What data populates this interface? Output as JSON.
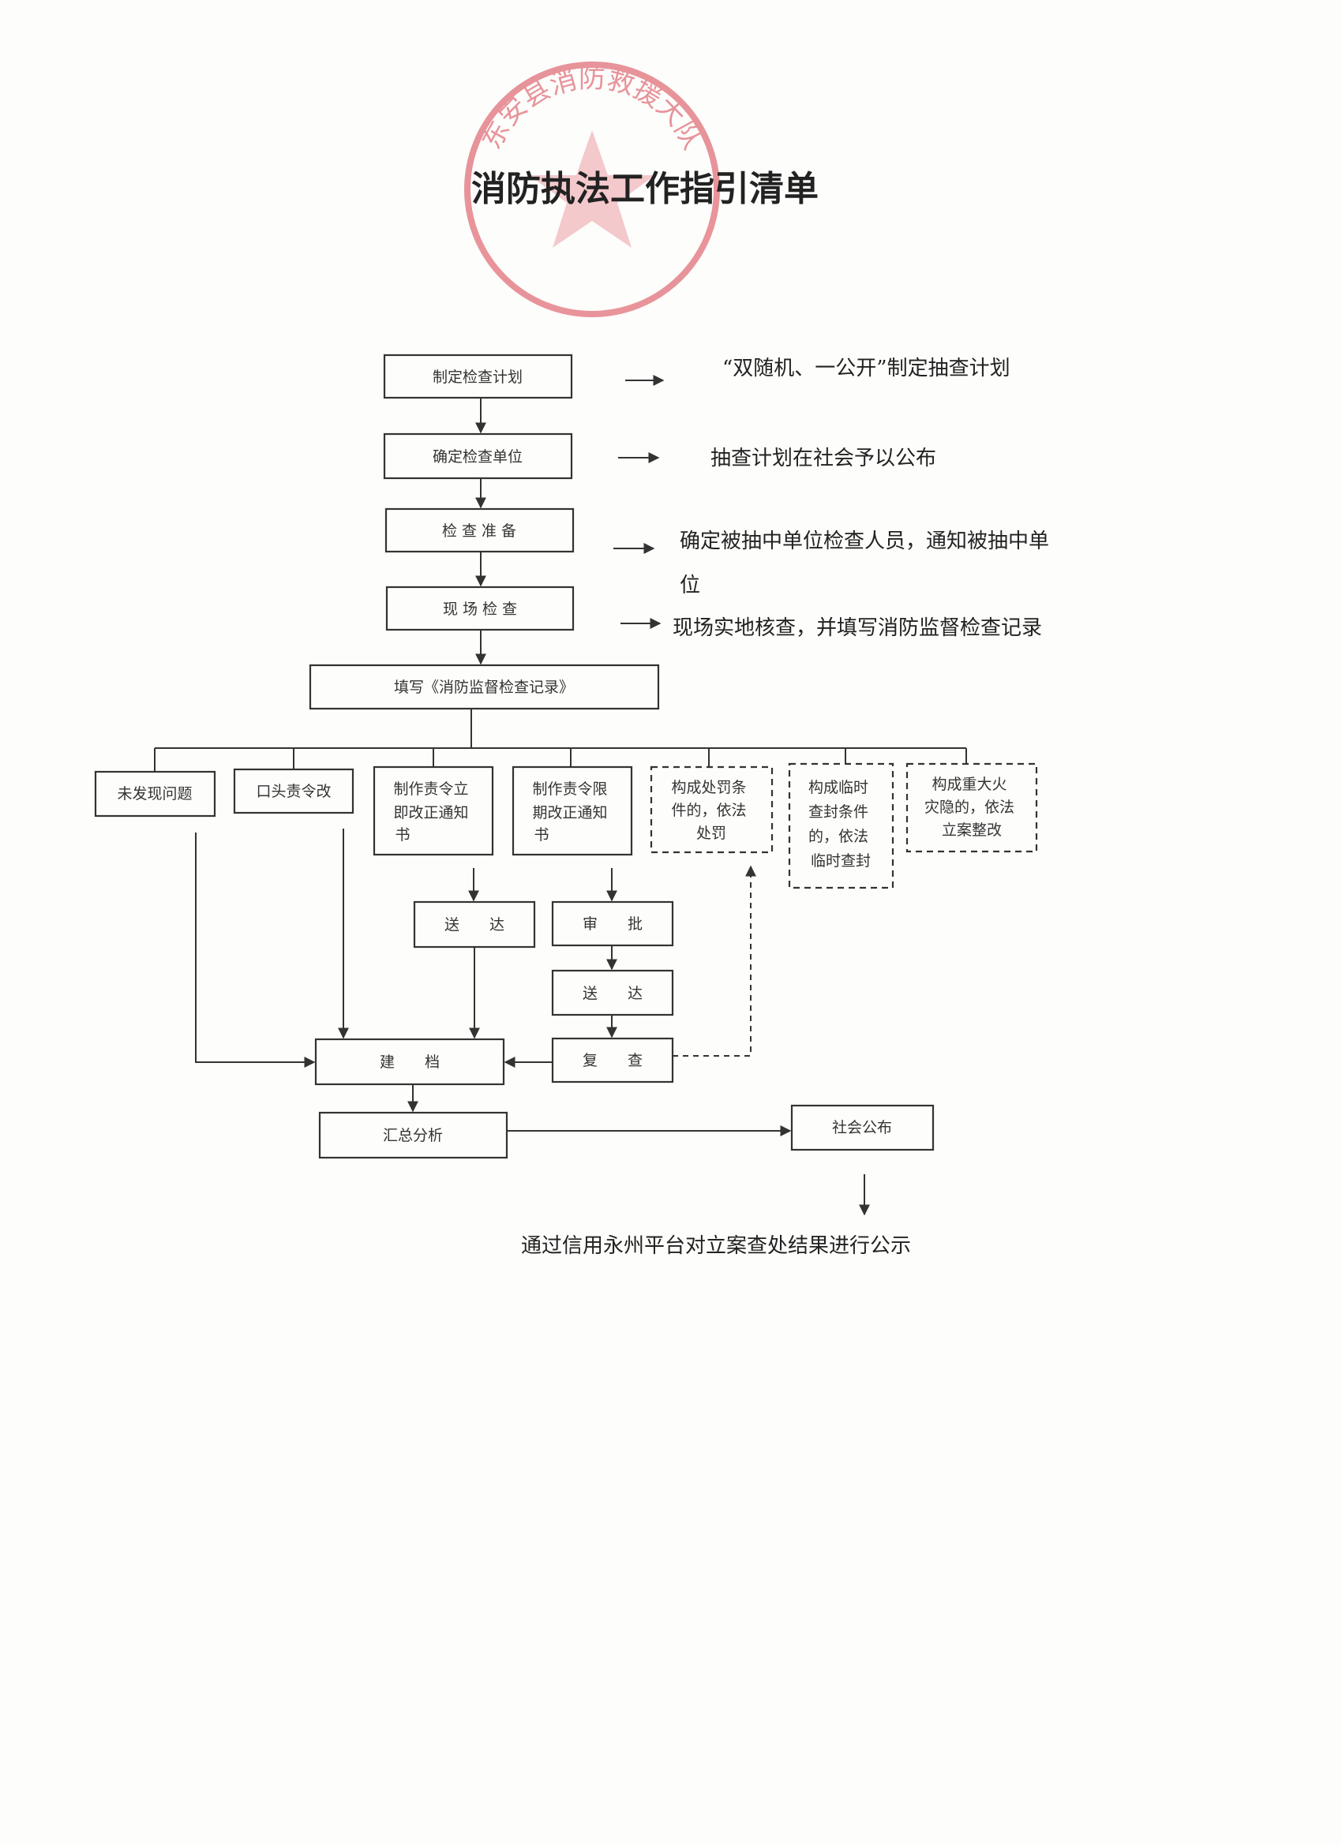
{
  "stamp": {
    "text": "东安县消防救援大队",
    "color": "#e0707a"
  },
  "title": "消防执法工作指引清单",
  "steps": {
    "plan": "制定检查计划",
    "unit": "确定检查单位",
    "prepare": "检 查 准 备",
    "onsite": "现 场 检 查",
    "record": "填写《消防监督检查记录》"
  },
  "notes": {
    "plan": "“双随机、一公开”制定抽查计划",
    "unit": "抽查计划在社会予以公布",
    "prepare": [
      "确定被抽中单位检查人员，通知被抽中单",
      "位"
    ],
    "onsite": "现场实地核查，并填写消防监督检查记录"
  },
  "branches": {
    "none": "未发现问题",
    "oral": "口头责令改",
    "immediate": [
      "制作责令立",
      "即改正通知",
      "书"
    ],
    "deadline": [
      "制作责令限",
      "期改正通知",
      "书"
    ],
    "penalty": [
      "构成处罚条",
      "件的，依法",
      "处罚"
    ],
    "seal": [
      "构成临时",
      "查封条件",
      "的，依法",
      "临时查封"
    ],
    "major": [
      "构成重大火",
      "灾隐的，依法",
      "立案整改"
    ]
  },
  "flow": {
    "deliver1": "送　　达",
    "approve": "审　　批",
    "deliver2": "送　　达",
    "recheck": "复　　查",
    "archive": "建　　档",
    "summary": "汇总分析",
    "publish": "社会公布"
  },
  "footer_note": "通过信用永州平台对立案查处结果进行公示"
}
